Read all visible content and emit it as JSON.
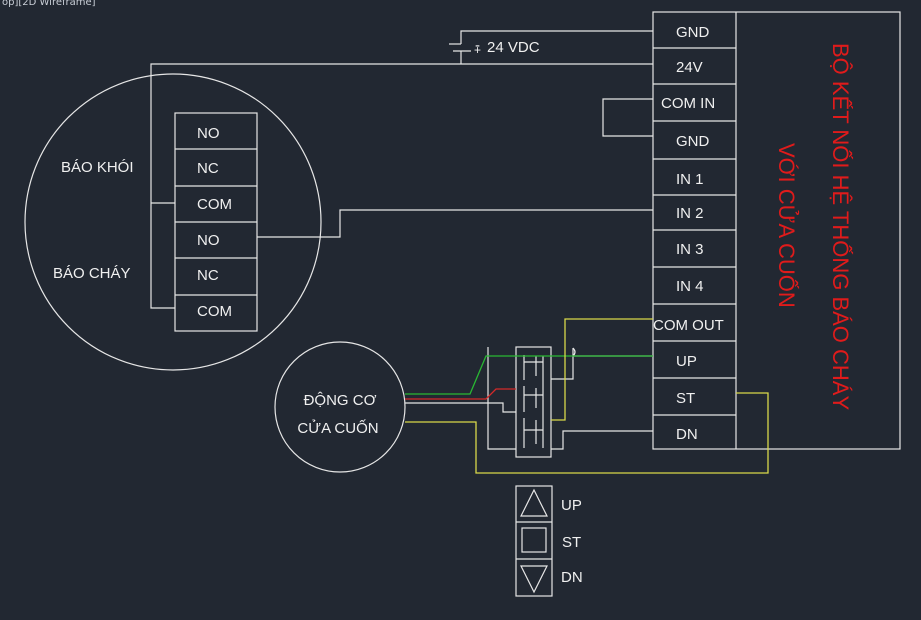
{
  "viewport_label": "op][2D Wireframe]",
  "colors": {
    "background": "#222832",
    "line": "#e6e6e6",
    "green_wire": "#29b833",
    "red_wire": "#d42a2a",
    "yellow_wire": "#d8d84a",
    "title": "#e01b1b"
  },
  "power": {
    "label": "24 VDC",
    "minus": "-",
    "plus": "+"
  },
  "detectors": {
    "smoke_label": "BÁO KHÓI",
    "fire_label": "BÁO CHÁY",
    "terminals": [
      "NO",
      "NC",
      "COM",
      "NO",
      "NC",
      "COM"
    ]
  },
  "controller": {
    "terminals": [
      "GND",
      "24V",
      "COM IN",
      "GND",
      "IN 1",
      "IN 2",
      "IN 3",
      "IN 4",
      "COM OUT",
      "UP",
      "ST",
      "DN"
    ],
    "title_line1": "BỘ KẾT NỐI HỆ THỐNG BÁO CHÁY",
    "title_line2": "VỚI CỬA CUỐN"
  },
  "motor": {
    "line1": "ĐỘNG CƠ",
    "line2": "CỬA CUỐN"
  },
  "remote": {
    "buttons": [
      "UP",
      "ST",
      "DN"
    ],
    "icons": [
      "up-triangle-icon",
      "stop-square-icon",
      "down-triangle-icon"
    ]
  }
}
